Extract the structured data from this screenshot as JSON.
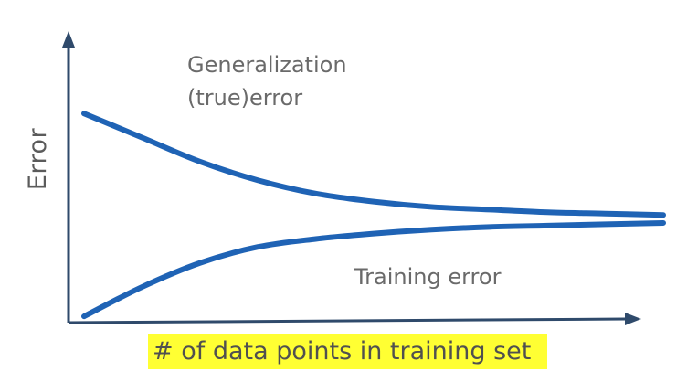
{
  "chart_data": {
    "type": "line",
    "title": "",
    "xlabel": "# of data points in training set",
    "ylabel": "Error",
    "grid": false,
    "legend": "none",
    "series": [
      {
        "name": "",
        "color": "#1f63b5",
        "x": [
          0,
          1,
          2,
          3,
          4,
          5,
          6,
          7,
          8,
          9,
          10
        ],
        "y": [
          0.78,
          0.69,
          0.6,
          0.53,
          0.48,
          0.45,
          0.43,
          0.42,
          0.41,
          0.405,
          0.4
        ]
      },
      {
        "name": "",
        "color": "#1f63b5",
        "x": [
          0,
          1,
          2,
          3,
          4,
          5,
          6,
          7,
          8,
          9,
          10
        ],
        "y": [
          0.02,
          0.13,
          0.22,
          0.28,
          0.31,
          0.33,
          0.345,
          0.355,
          0.36,
          0.365,
          0.37
        ]
      }
    ],
    "annotations": [
      {
        "lines": [
          "Generalization",
          "(true)error"
        ]
      },
      {
        "lines": [
          "Training error"
        ]
      }
    ]
  }
}
